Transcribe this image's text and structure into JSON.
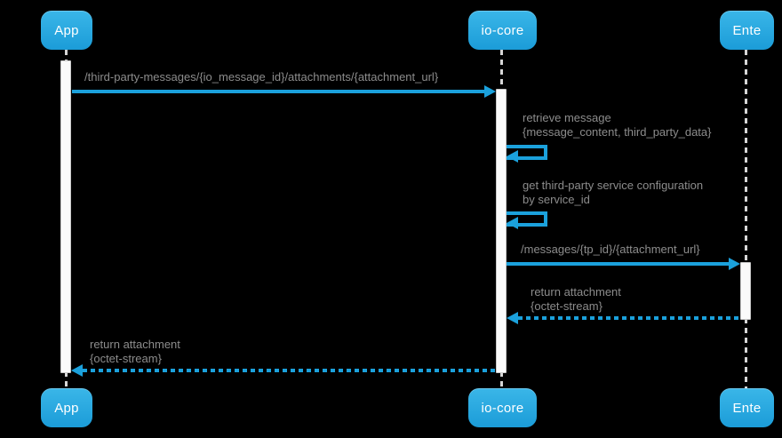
{
  "actors": [
    {
      "id": "app",
      "label": "App"
    },
    {
      "id": "io-core",
      "label": "io-core"
    },
    {
      "id": "ente",
      "label": "Ente"
    }
  ],
  "messages": [
    {
      "type": "solid",
      "from": "app",
      "to": "io-core",
      "lines": [
        "/third-party-messages/{io_message_id}/attachments/{attachment_url}"
      ]
    },
    {
      "type": "self",
      "from": "io-core",
      "to": "io-core",
      "lines": [
        "retrieve message",
        "{message_content, third_party_data}"
      ]
    },
    {
      "type": "self",
      "from": "io-core",
      "to": "io-core",
      "lines": [
        "get third-party service configuration",
        "by service_id"
      ]
    },
    {
      "type": "solid",
      "from": "io-core",
      "to": "ente",
      "lines": [
        "/messages/{tp_id}/{attachment_url}"
      ]
    },
    {
      "type": "dashed-return",
      "from": "ente",
      "to": "io-core",
      "lines": [
        "return attachment",
        "{octet-stream}"
      ]
    },
    {
      "type": "dashed-return",
      "from": "io-core",
      "to": "app",
      "lines": [
        "return attachment",
        "{octet-stream}"
      ]
    }
  ],
  "colors": {
    "accent_blue": "#1ba1dc",
    "actor_gradient_top": "#3ab6e8",
    "actor_gradient_bottom": "#1b9cd8",
    "label_gray": "#8c8c8c",
    "lifeline_gray": "#d6d6d6",
    "activation_fill": "#fafafa",
    "background": "#000000"
  }
}
